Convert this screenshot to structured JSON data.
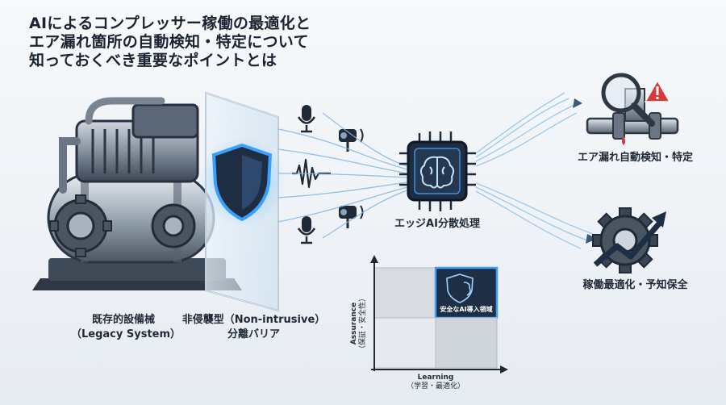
{
  "title_lines": [
    "AIによるコンプレッサー稼働の最適化と",
    "エア漏れ箇所の自動検知・特定について",
    "知っておくべき重要なポイントとは"
  ],
  "legacy": {
    "line1": "既存的設備械",
    "line2": "（Legacy System）"
  },
  "barrier": {
    "line1": "非侵襲型（Non-intrusive）",
    "line2": "分離バリア"
  },
  "edge_label": "エッジAI分散処理",
  "outputs": {
    "leak_label": "エア漏れ自動検知・特定",
    "optimize_label": "稼働最適化・予知保全"
  },
  "matrix": {
    "y_label": "Assurance",
    "y_sub": "（保証・安全性）",
    "x_label": "Learning",
    "x_sub": "（学習・最適化）",
    "highlight_label": "安全なAI導入領域"
  },
  "colors": {
    "accent": "#2f8fe0",
    "navy": "#1e2f45",
    "alert_red": "#d83a3a"
  }
}
